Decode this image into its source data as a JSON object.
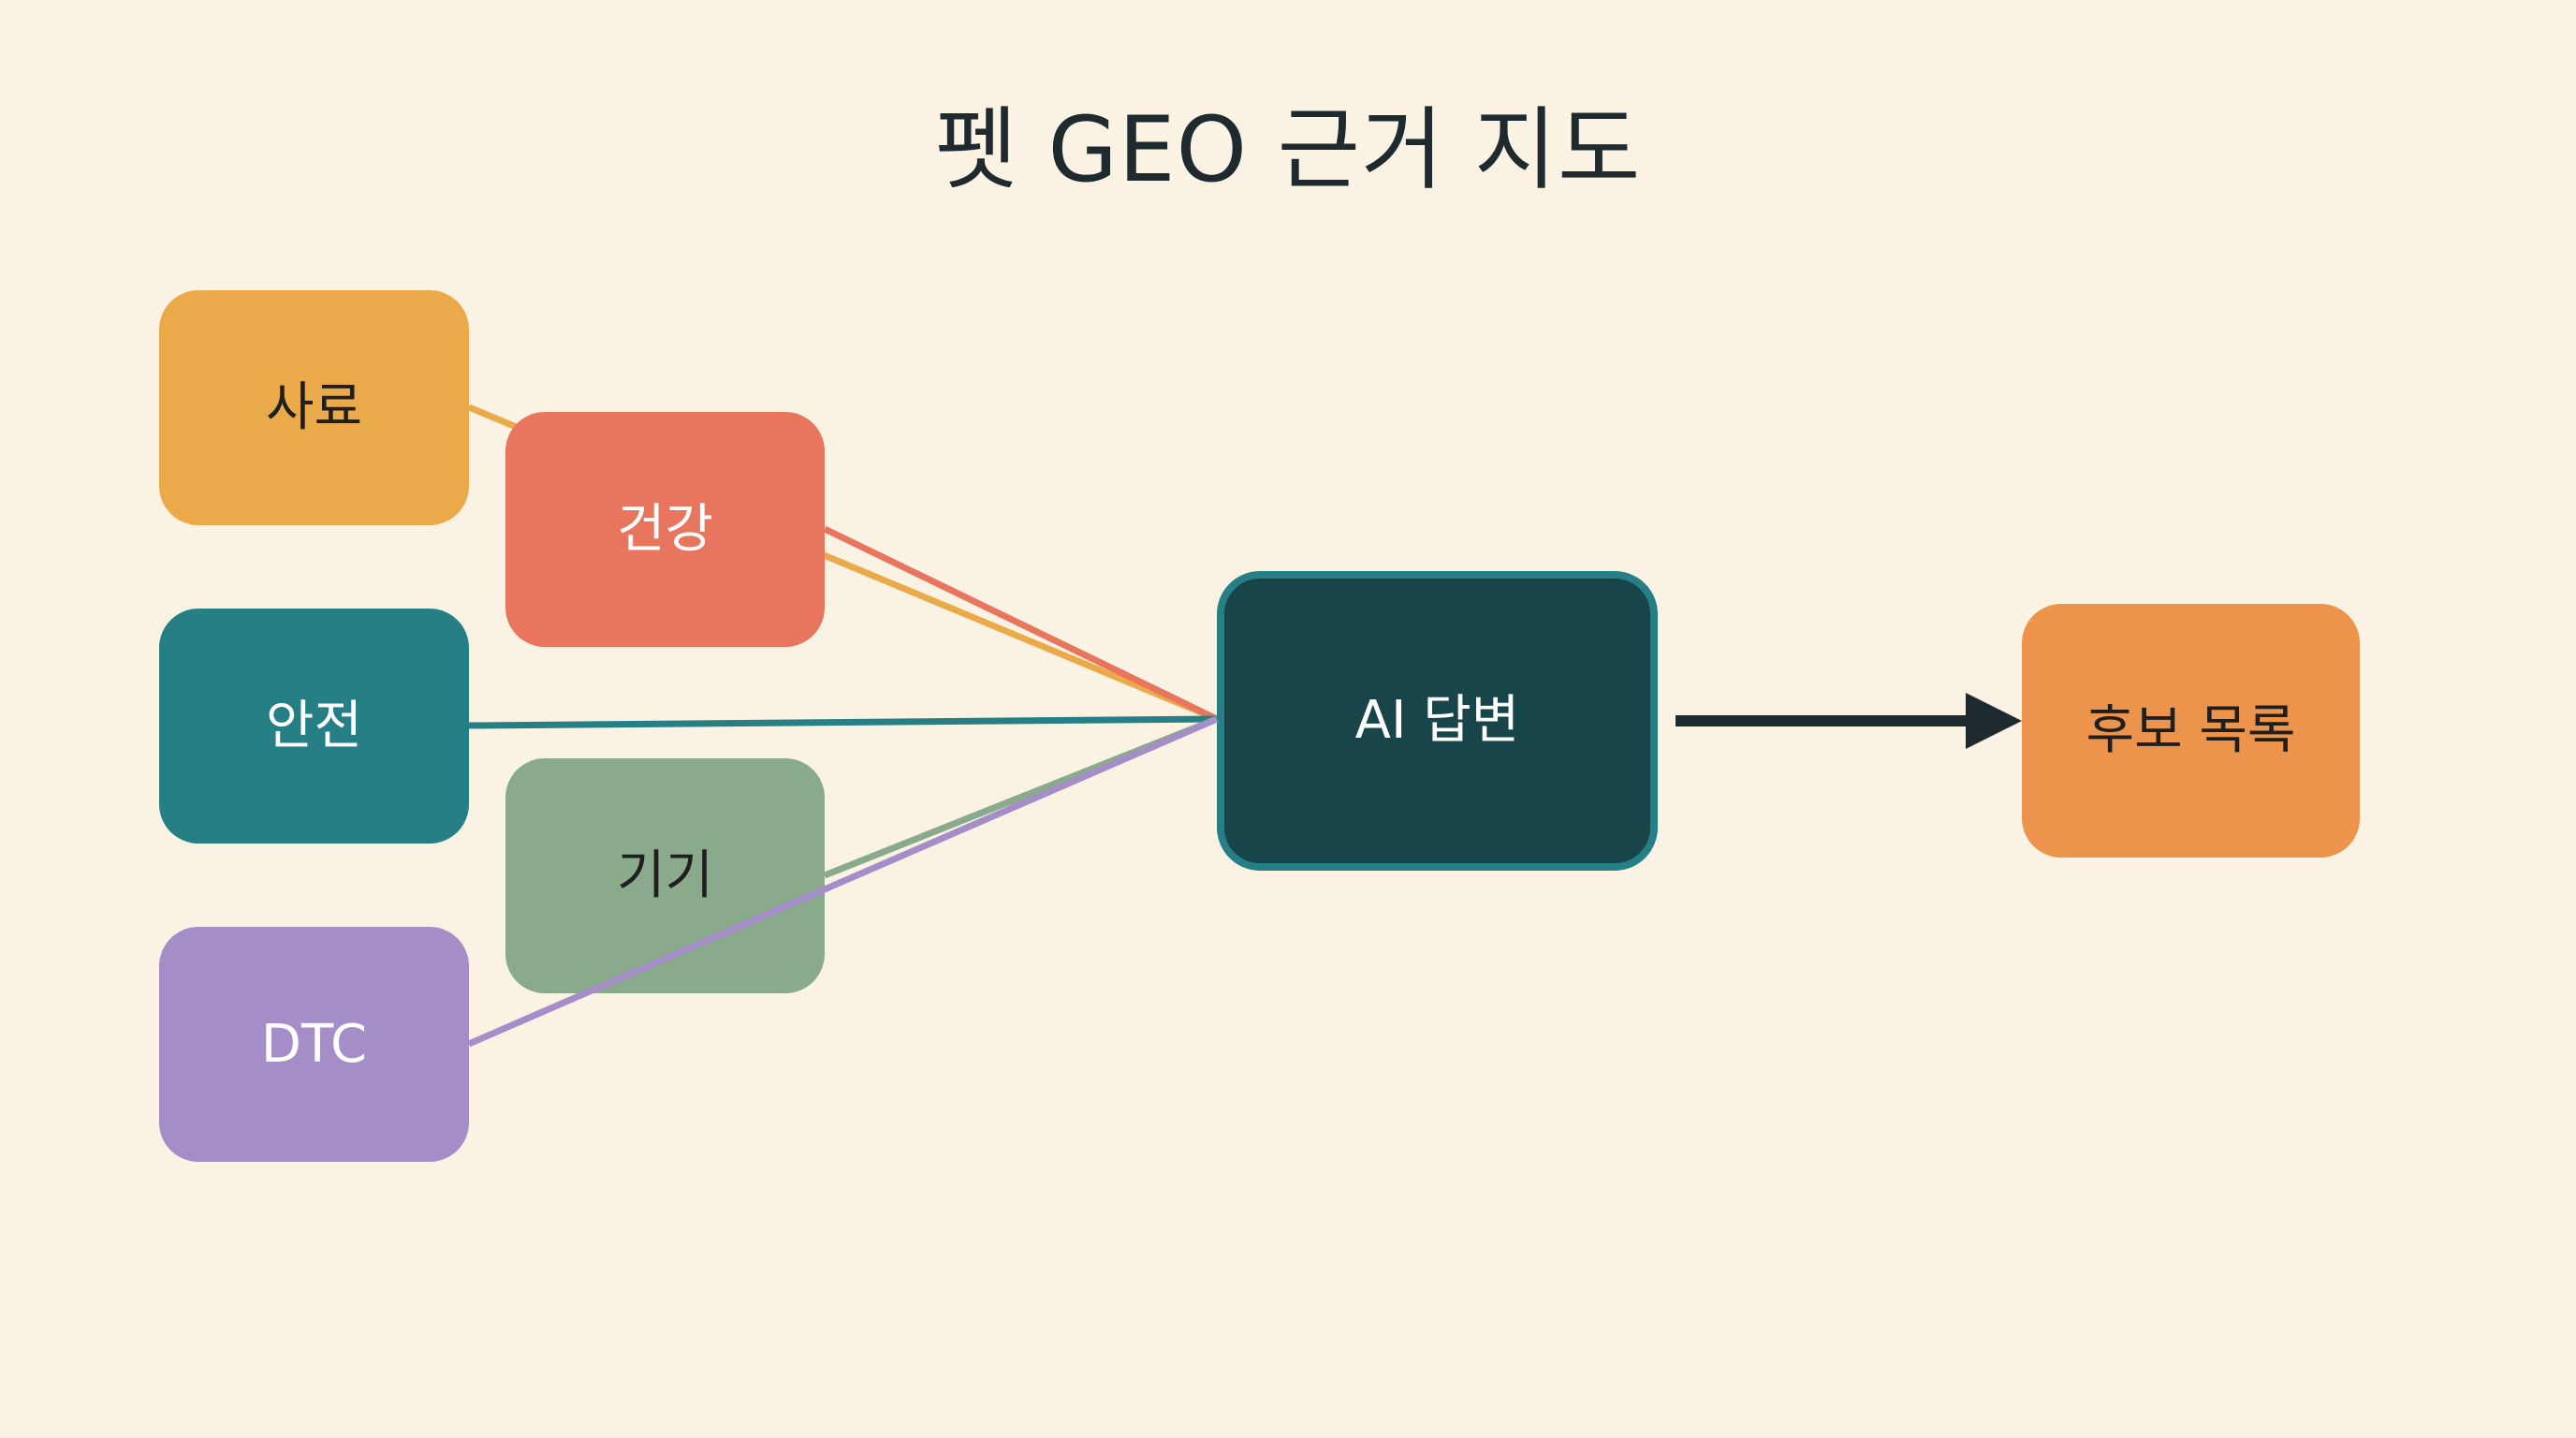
{
  "title": "펫 GEO 근거 지도",
  "nodes": {
    "feed": {
      "label": "사료",
      "color": "#EBAA4A"
    },
    "health": {
      "label": "건강",
      "color": "#E8765E"
    },
    "safety": {
      "label": "안전",
      "color": "#257F85"
    },
    "device": {
      "label": "기기",
      "color": "#89AB8C"
    },
    "dtc": {
      "label": "DTC",
      "color": "#A58DC8"
    },
    "ai": {
      "label": "AI 답변",
      "color": "#18454A",
      "border_color": "#257F85"
    },
    "list": {
      "label": "후보 목록",
      "color": "#EC944C"
    }
  },
  "edges": [
    {
      "from": "feed",
      "to": "ai",
      "color": "#EBAA4A"
    },
    {
      "from": "health",
      "to": "ai",
      "color": "#E8765E"
    },
    {
      "from": "safety",
      "to": "ai",
      "color": "#257F85"
    },
    {
      "from": "device",
      "to": "ai",
      "color": "#89AB8C"
    },
    {
      "from": "dtc",
      "to": "ai",
      "color": "#A58DC8"
    },
    {
      "from": "ai",
      "to": "list",
      "color": "#1F2A2E",
      "arrow": true
    }
  ]
}
